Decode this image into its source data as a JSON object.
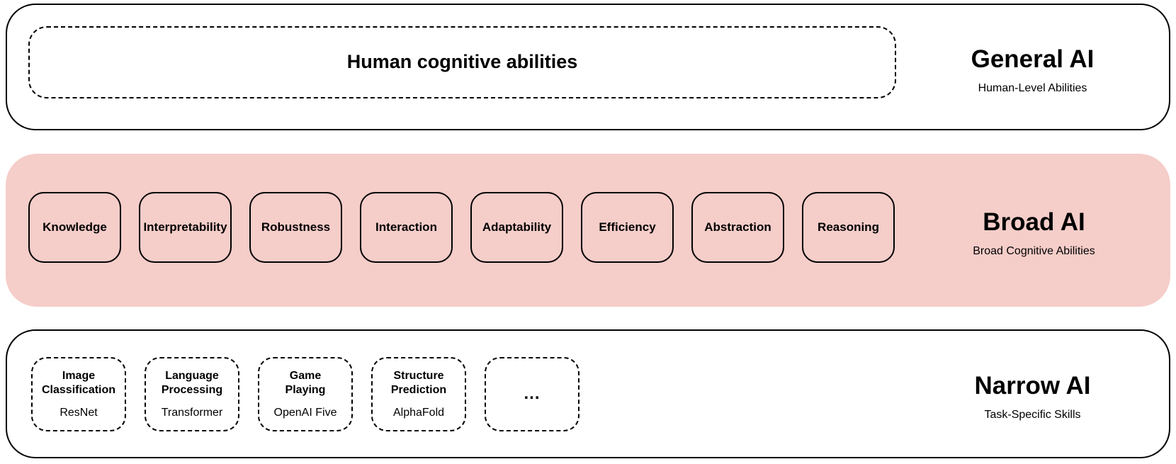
{
  "colors": {
    "background": "#ffffff",
    "band_border": "#000000",
    "broad_band_fill": "#f5cdc9",
    "text": "#000000"
  },
  "sections": {
    "general": {
      "title": "General AI",
      "subtitle": "Human-Level Abilities",
      "content_label": "Human cognitive abilities"
    },
    "broad": {
      "title": "Broad AI",
      "subtitle": "Broad Cognitive Abilities",
      "abilities": [
        "Knowledge",
        "Interpretability",
        "Robustness",
        "Interaction",
        "Adaptability",
        "Efficiency",
        "Abstraction",
        "Reasoning"
      ]
    },
    "narrow": {
      "title": "Narrow AI",
      "subtitle": "Task-Specific Skills",
      "skills": [
        {
          "name": "Image Classification",
          "example": "ResNet"
        },
        {
          "name": "Language Processing",
          "example": "Transformer"
        },
        {
          "name": "Game Playing",
          "example": "OpenAI Five"
        },
        {
          "name": "Structure Prediction",
          "example": "AlphaFold"
        },
        {
          "name": "...",
          "example": ""
        }
      ]
    }
  }
}
